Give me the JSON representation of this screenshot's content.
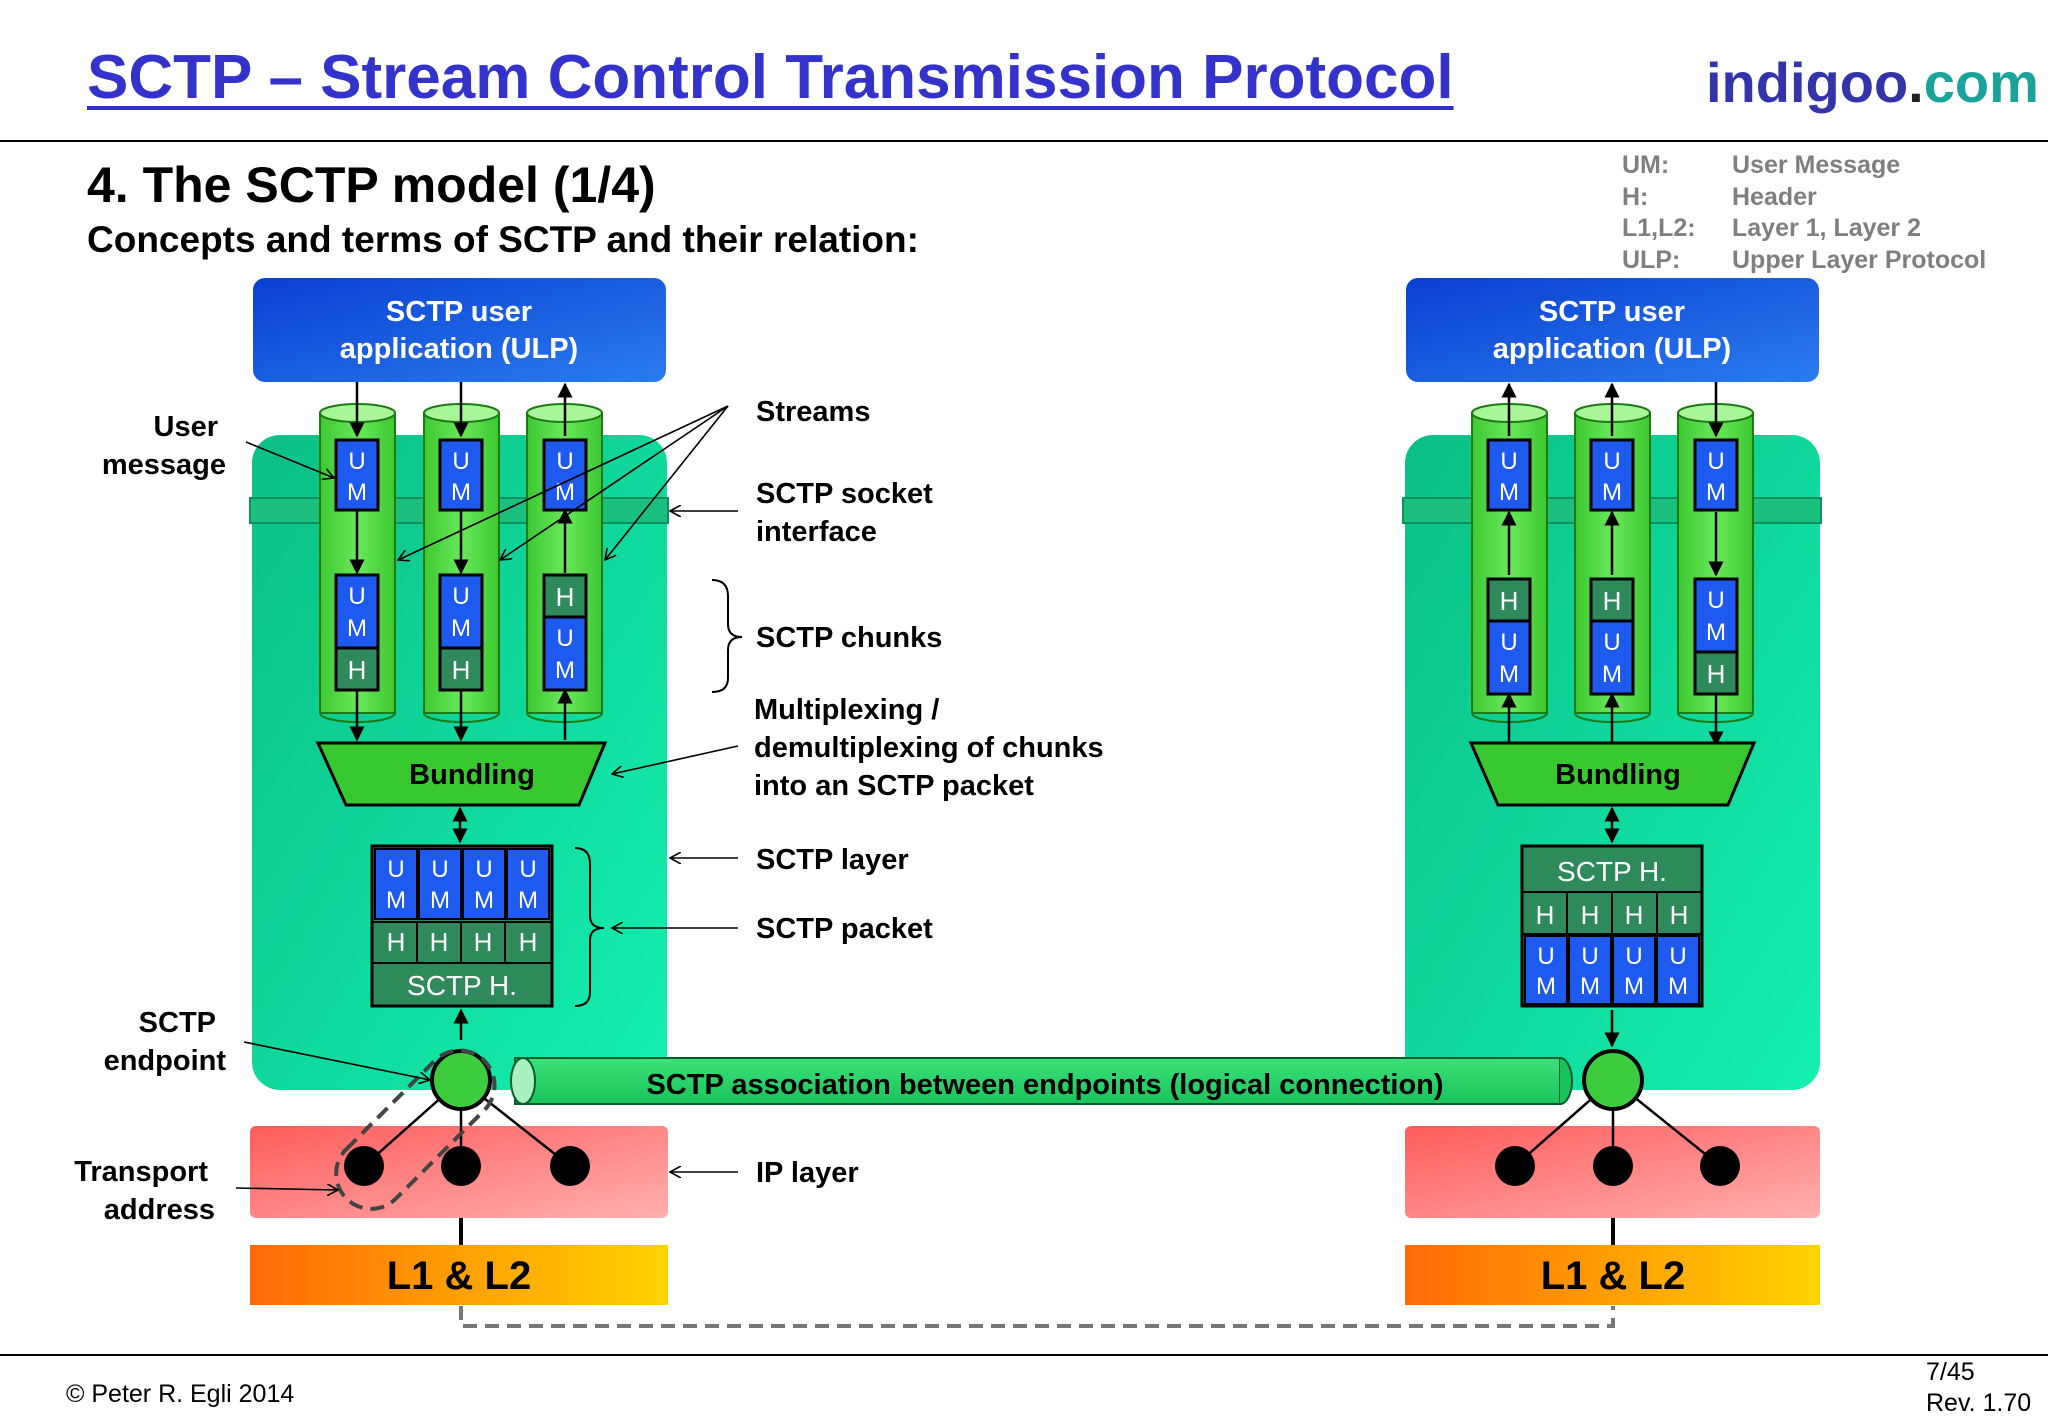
{
  "header": {
    "title": "SCTP – Stream Control Transmission Protocol",
    "brand_part1": "indigoo",
    "brand_dot": ".",
    "brand_part2": "com"
  },
  "section_heading": "4. The SCTP model (1/4)",
  "subtitle": "Concepts and terms of SCTP and their relation:",
  "legend": [
    {
      "abbr": "UM:",
      "meaning": "User Message"
    },
    {
      "abbr": "H:",
      "meaning": "Header"
    },
    {
      "abbr": "L1,L2:",
      "meaning": "Layer 1, Layer 2"
    },
    {
      "abbr": "ULP:",
      "meaning": "Upper Layer Protocol"
    }
  ],
  "diagram": {
    "ulp_line1": "SCTP user",
    "ulp_line2": "application (ULP)",
    "um_top": "U",
    "um_bottom": "M",
    "header_label": "H",
    "bundling_label": "Bundling",
    "sctp_header_label": "SCTP H.",
    "l1l2_label": "L1 & L2",
    "association_label": "SCTP association between endpoints (logical connection)",
    "annotations": {
      "user_message_1": "User",
      "user_message_2": "message",
      "streams": "Streams",
      "socket_1": "SCTP socket",
      "socket_2": "interface",
      "chunks": "SCTP chunks",
      "mux_1": "Multiplexing /",
      "mux_2": "demultiplexing of chunks",
      "mux_3": "into an SCTP packet",
      "sctp_layer": "SCTP layer",
      "sctp_packet": "SCTP packet",
      "endpoint_1": "SCTP",
      "endpoint_2": "endpoint",
      "transport_1": "Transport",
      "transport_2": "address",
      "ip_layer": "IP layer"
    },
    "colors": {
      "ulp_blue": "#1a5ee0",
      "stream_green": "#48d63c",
      "socket_teal": "#1bc07e",
      "sctp_layer_teal": "#10dfa0",
      "um_blue": "#1e5af0",
      "header_green": "#2e8a5a",
      "ip_pink": "#ff7a7a",
      "l1l2_orange": "#ff8a10",
      "l1l2_yellow": "#ffd000"
    }
  },
  "footer": {
    "copyright": "© Peter R. Egli 2014",
    "page": "7/45",
    "revision": "Rev. 1.70"
  }
}
